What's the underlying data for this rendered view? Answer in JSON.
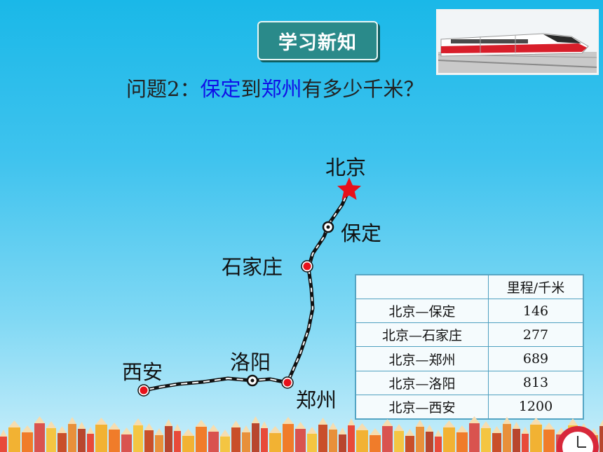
{
  "badge": {
    "label": "学习新知"
  },
  "question": {
    "prefix": "问题2：",
    "from": "保定",
    "mid": "到",
    "to": "郑州",
    "suffix": "有多少千米？"
  },
  "cities": {
    "beijing": "北京",
    "baoding": "保定",
    "shijiazhuang": "石家庄",
    "zhengzhou": "郑州",
    "luoyang": "洛阳",
    "xian": "西安"
  },
  "table": {
    "header": [
      "",
      "里程/千米"
    ],
    "rows": [
      {
        "route": "北京—保定",
        "distance": "146"
      },
      {
        "route": "北京—石家庄",
        "distance": "277"
      },
      {
        "route": "北京—郑州",
        "distance": "689"
      },
      {
        "route": "北京—洛阳",
        "distance": "813"
      },
      {
        "route": "北京—西安",
        "distance": "1200"
      }
    ]
  },
  "colors": {
    "background": "#3fc3ee",
    "badge": "#2a8a8a",
    "highlight": "#1010e8",
    "station_red": "#e8101a",
    "star": "#e8101a"
  },
  "icons": {
    "capital": "red-star-icon",
    "major_station": "red-dot-icon",
    "minor_station": "ring-icon",
    "train": "high-speed-train-image"
  }
}
